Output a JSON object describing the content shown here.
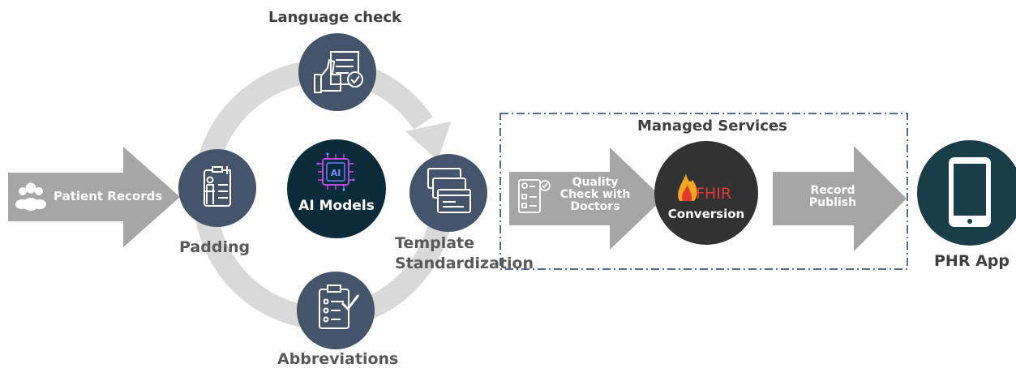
{
  "labels": {
    "language_check": "Language check",
    "padding": "Padding",
    "abbreviations": "Abbreviations",
    "template_line1": "Template",
    "template_line2": "Standardization",
    "managed_services": "Managed Services",
    "phr_app": "PHR App"
  },
  "arrows": {
    "patient_records": "Patient Records",
    "quality_line1": "Quality",
    "quality_line2": "Check with",
    "quality_line3": "Doctors",
    "record_line1": "Record",
    "record_line2": "Publish"
  },
  "center": {
    "ai_models": "AI Models",
    "ai_chip_text": "AI"
  },
  "fhir": {
    "logo_text": "FHIR",
    "label": "Conversion"
  },
  "colors": {
    "node": "#44546a",
    "arrow": "#a6a6a6",
    "ring": "#d9d9d9",
    "label": "#595959",
    "ai_circle": "#0c2b3a",
    "fhir_circle": "#323232",
    "fhir_red": "#e03a2f",
    "phr_circle": "#1a3d4a",
    "dash_box": "#1f3864"
  }
}
